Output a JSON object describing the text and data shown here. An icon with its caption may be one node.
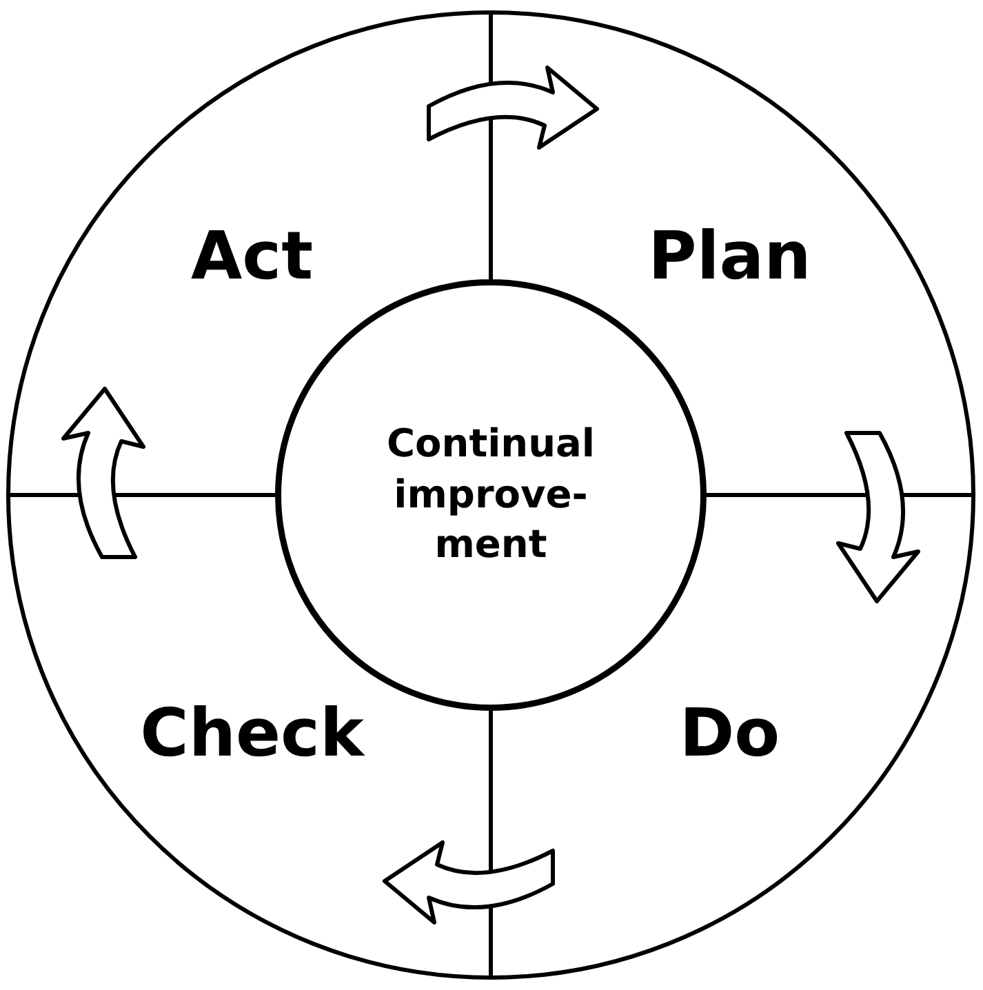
{
  "diagram": {
    "nodes": [
      {
        "text": [
          "Act"
        ]
      },
      {
        "text": [
          "Plan"
        ]
      },
      {
        "text": [
          "Continual improve- ment"
        ]
      },
      {
        "text": [
          "Check"
        ]
      },
      {
        "text": [
          "Do"
        ]
      }
    ],
    "edges": [
      {
        "from": 0,
        "to": 1,
        "arrow": "to"
      },
      {
        "from": 1,
        "to": 4,
        "arrow": "to"
      },
      {
        "from": 4,
        "to": 3,
        "arrow": "to"
      },
      {
        "from": 3,
        "to": 0,
        "arrow": "to"
      }
    ]
  }
}
